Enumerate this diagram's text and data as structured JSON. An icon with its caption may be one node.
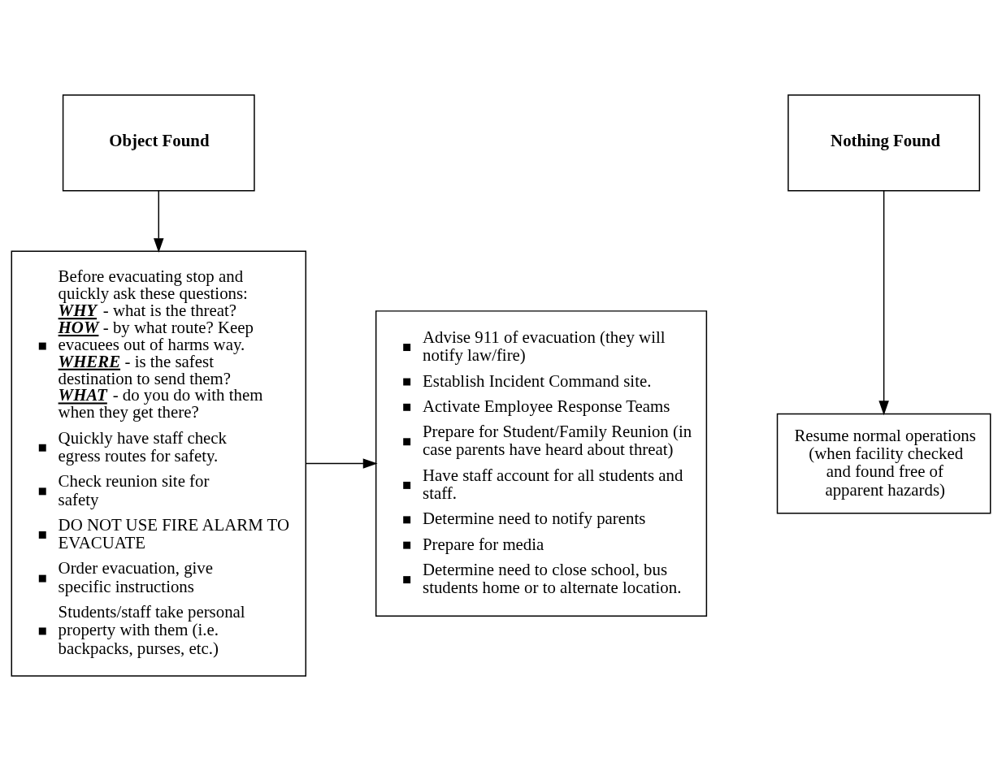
{
  "diagram": {
    "nodes": [
      {
        "text": [
          "Object Found"
        ]
      },
      {
        "text": [
          "Nothing Found"
        ]
      },
      {
        "text": [
          "Before evacuating stop and quickly ask these questions: **WHY** - what is the threat? **HOW** - by what route? Keep evacuees out of harms way. **WHERE** - is the safest destination to send them? **WHAT** - do you do with them when they get there?",
          "Quickly have staff check egress routes for safety.",
          "Check reunion site for safety",
          "DO NOT USE FIRE ALARM TO EVACUATE",
          "Order evacuation, give specific instructions",
          "Students/staff take personal property with them (i.e. backpacks, purses, etc.)"
        ]
      },
      {
        "text": [
          "Resume normal operations (when facility checked and found free of apparent hazards)"
        ]
      },
      {
        "text": [
          "Advise 911 of evacuation (they will notify law/fire)",
          "Establish Incident Command site.",
          "Activate Employee Response Teams",
          "Prepare for Student/Family Reunion (in case parents have heard about threat)",
          "Have staff account for all students and staff.",
          "Determine need to notify parents",
          "Prepare for media",
          "Determine need to close school, bus students home or to alternate location."
        ]
      }
    ],
    "edges": [
      {
        "from": 0,
        "to": 2,
        "arrow": "to"
      },
      {
        "from": 1,
        "to": 3,
        "arrow": "to"
      },
      {
        "from": 2,
        "to": 4,
        "arrow": "to"
      }
    ]
  }
}
